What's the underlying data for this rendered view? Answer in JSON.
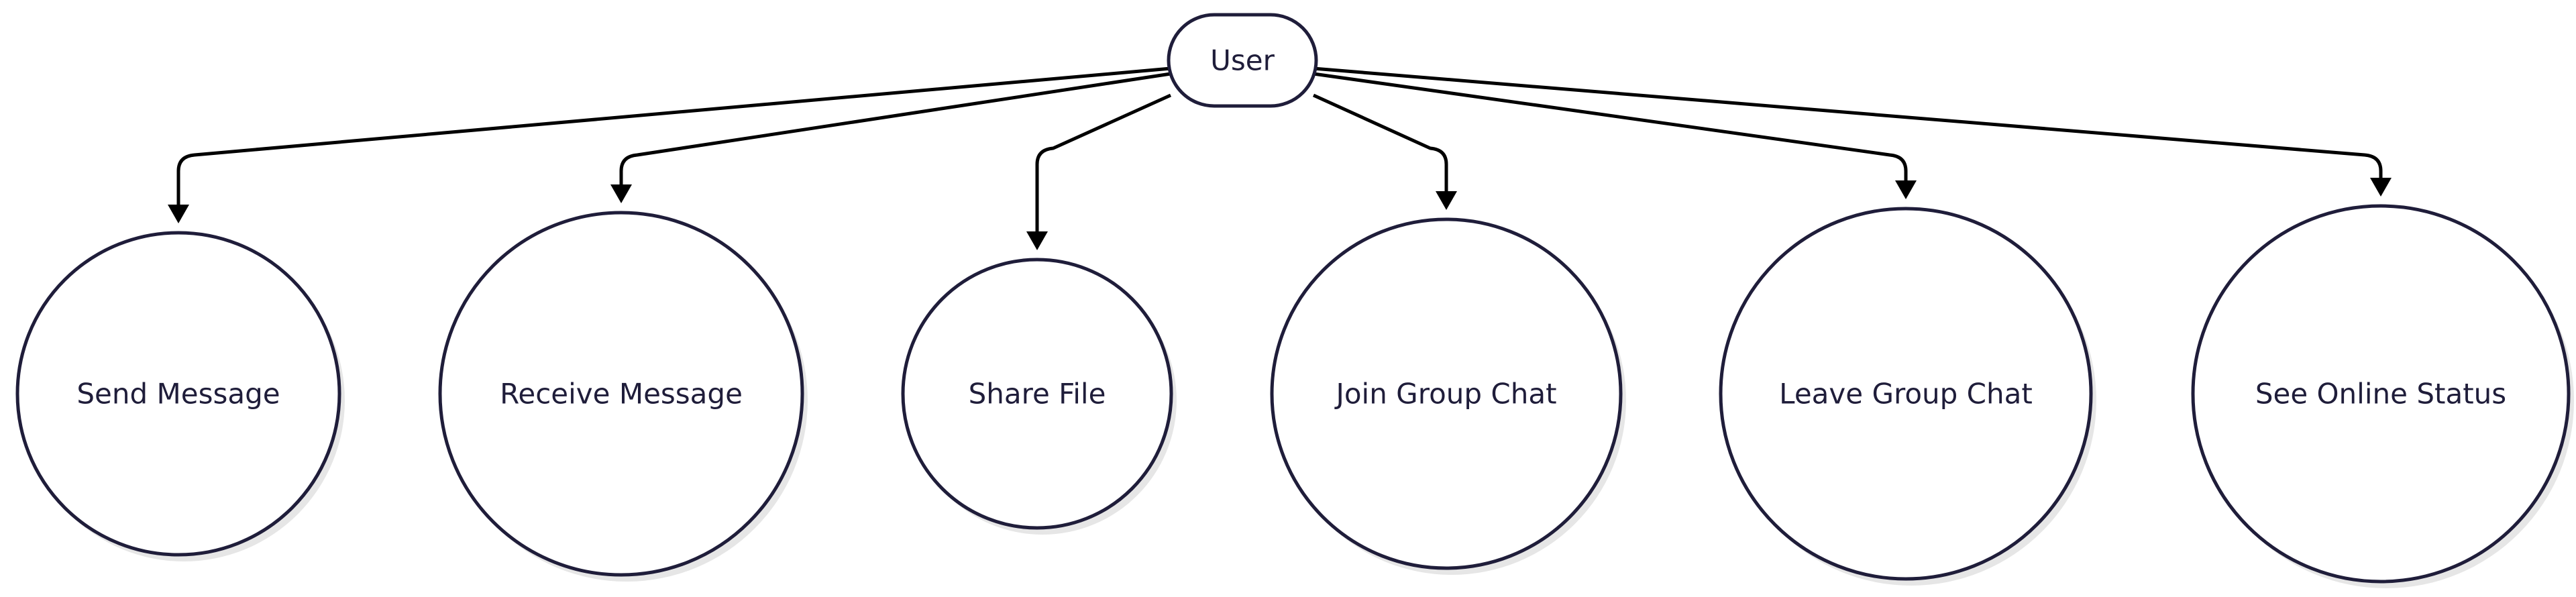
{
  "diagram": {
    "root": {
      "label": "User",
      "name": "user-actor-node"
    },
    "use_cases": [
      {
        "label": "Send Message",
        "name": "use-case-send-message"
      },
      {
        "label": "Receive Message",
        "name": "use-case-receive-message"
      },
      {
        "label": "Share File",
        "name": "use-case-share-file"
      },
      {
        "label": "Join Group Chat",
        "name": "use-case-join-group-chat"
      },
      {
        "label": "Leave Group Chat",
        "name": "use-case-leave-group-chat"
      },
      {
        "label": "See Online Status",
        "name": "use-case-see-online-status"
      }
    ],
    "colors": {
      "node_stroke": "#1f1d3a",
      "node_fill": "#ffffff",
      "edge": "#000000",
      "text": "#1f1d3a"
    }
  }
}
